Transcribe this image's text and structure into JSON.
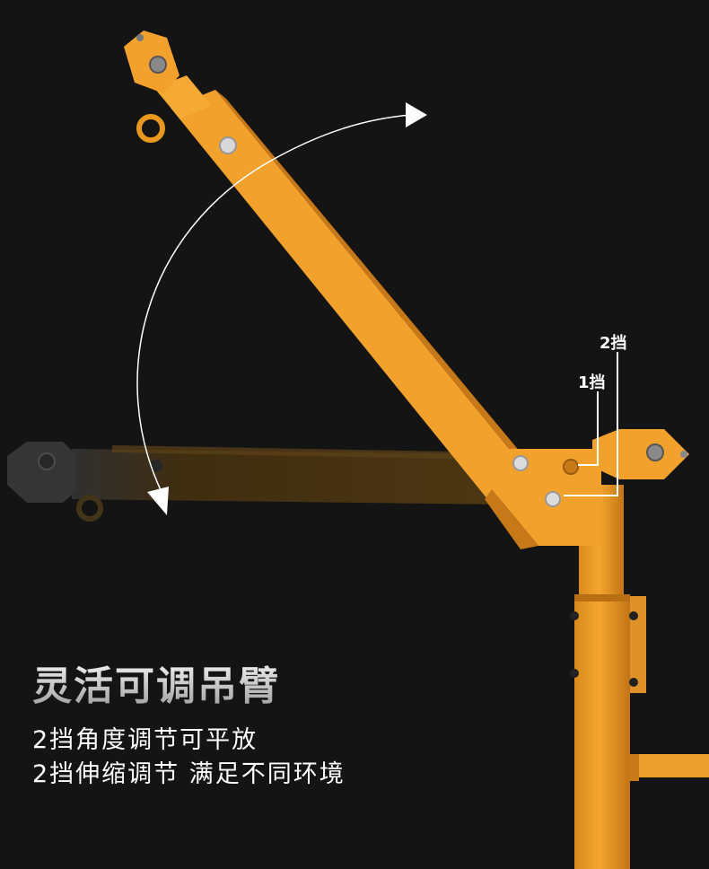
{
  "labels": {
    "gear_2": "2挡",
    "gear_1": "1挡"
  },
  "text": {
    "headline": "灵活可调吊臂",
    "line_1": "2挡角度调节可平放",
    "line_2": "2挡伸缩调节 满足不同环境"
  },
  "colors": {
    "background": "#141414",
    "arm_orange": "#f2a12c",
    "arm_shadow": "#c77818",
    "ghost_arm": "#4a3410",
    "arrow": "#ffffff"
  }
}
